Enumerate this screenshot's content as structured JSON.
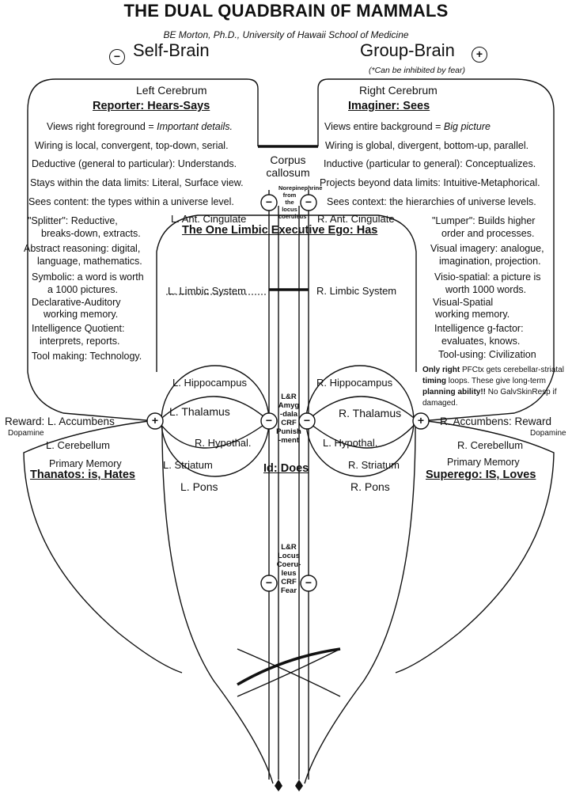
{
  "title": "THE DUAL QUADBRAIN 0F MAMMALS",
  "subtitle": "BE Morton, Ph.D., University of Hawaii School of Medicine",
  "self_brain": {
    "sign": "−",
    "label": "Self-Brain"
  },
  "group_brain": {
    "sign": "+",
    "label": "Group-Brain",
    "note": "(*Can be inhibited by fear)"
  },
  "left_cerebrum": {
    "title": "Left Cerebrum",
    "heading": "Reporter: Hears-Says",
    "lines": [
      {
        "pre": "Views right foreground = ",
        "em": "Important details."
      },
      {
        "pre": "Wiring is local, convergent, top-down, serial."
      },
      {
        "pre": "Deductive (general to particular): Understands."
      },
      {
        "pre": "Stays within the data limits: Literal, Surface view."
      },
      {
        "pre": "Sees content: the types within a universe level."
      }
    ],
    "list": [
      "\"Splitter\": Reductive,",
      "breaks-down, extracts.",
      "Abstract reasoning: digital,",
      "language, mathematics.",
      "Symbolic: a word is worth",
      "a 1000 pictures.",
      "Declarative-Auditory",
      "working memory.",
      "Intelligence Quotient:",
      "interprets, reports.",
      "Tool making: Technology."
    ]
  },
  "right_cerebrum": {
    "title": "Right Cerebrum",
    "heading": "Imaginer: Sees",
    "lines": [
      {
        "pre": "Views entire background = ",
        "em": "Big picture"
      },
      {
        "pre": "Wiring is global, divergent, bottom-up, parallel."
      },
      {
        "pre": "Inductive (particular to general): Conceptualizes."
      },
      {
        "pre": "Projects beyond data limits: Intuitive-Metaphorical."
      },
      {
        "pre": "Sees context: the hierarchies of universe levels."
      }
    ],
    "list": [
      "\"Lumper\":  Builds higher",
      "order and processes.",
      "Visual imagery: analogue,",
      "imagination, projection.",
      "Visio-spatial: a picture is",
      "worth 1000 words.",
      "Visual-Spatial",
      "working memory.",
      "Intelligence g-factor:",
      "evaluates, knows.",
      "Tool-using: Civilization"
    ],
    "footnote": {
      "b1": "Only right",
      "t1": " PFCtx gets cerebellar-striatal ",
      "b2": "timing",
      "t2": " loops.  These give long-term ",
      "b3": "planning ability!!",
      "t3": " No GalvSkinResp if damaged."
    }
  },
  "corpus_callosum": {
    "label1": "Corpus",
    "label2": "callosum",
    "note": "Norepinephrine from the locus coeruleus",
    "sign": "−"
  },
  "limbic": {
    "l_ant_cingulate": "L. Ant. Cingulate",
    "r_ant_cingulate": "R. Ant. Cingulate",
    "executive": "The One Limbic Executive Ego: Has",
    "l_limbic": "L. Limbic System",
    "r_limbic": "R. Limbic System"
  },
  "lower": {
    "l_hippocampus": "L. Hippocampus",
    "r_hippocampus": "R. Hippocampus",
    "l_thalamus": "L. Thalamus",
    "r_thalamus": "R. Thalamus",
    "r_hypothal_left": "R. Hypothal.",
    "l_hypothal_right": "L. Hypothal.",
    "l_striatum": "L. Striatum",
    "r_striatum": "R. Striatum",
    "l_pons": "L. Pons",
    "r_pons": "R. Pons",
    "reward_left": "Reward: L. Accumbens",
    "reward_right": "R. Accumbens: Reward",
    "dopamine": "Dopamine",
    "l_cerebellum": "L. Cerebellum",
    "r_cerebellum": "R. Cerebellum",
    "primary_memory": "Primary Memory",
    "thanatos": "Thanatos: is, Hates",
    "superego": "Superego: IS, Loves",
    "id": "Id: Does",
    "amygdala": [
      "L&R",
      "Amyg",
      "-dala",
      "CRF",
      "Punish",
      "-ment"
    ],
    "locus": [
      "L&R",
      "Locus",
      "Coeru-",
      "leus",
      "CRF",
      "Fear"
    ],
    "plus": "+",
    "minus": "−"
  }
}
